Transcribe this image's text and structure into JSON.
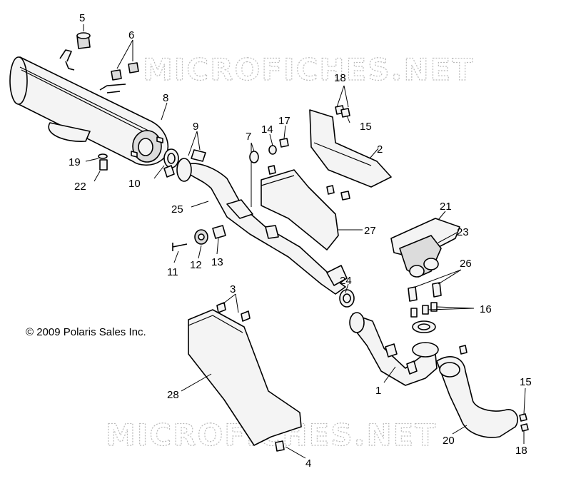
{
  "watermark": "MICROFICHES.NET",
  "copyright": "© 2009 Polaris Sales Inc.",
  "callouts": {
    "c1": "1",
    "c2": "2",
    "c3": "3",
    "c4": "4",
    "c5": "5",
    "c6": "6",
    "c7": "7",
    "c8": "8",
    "c9": "9",
    "c10": "10",
    "c11": "11",
    "c12": "12",
    "c13": "13",
    "c14": "14",
    "c15a": "15",
    "c15b": "15",
    "c16": "16",
    "c17": "17",
    "c18a": "18",
    "c18b": "18",
    "c19": "19",
    "c20": "20",
    "c21": "21",
    "c22": "22",
    "c23": "23",
    "c24": "24",
    "c25": "25",
    "c26": "26",
    "c27": "27",
    "c28": "28"
  }
}
